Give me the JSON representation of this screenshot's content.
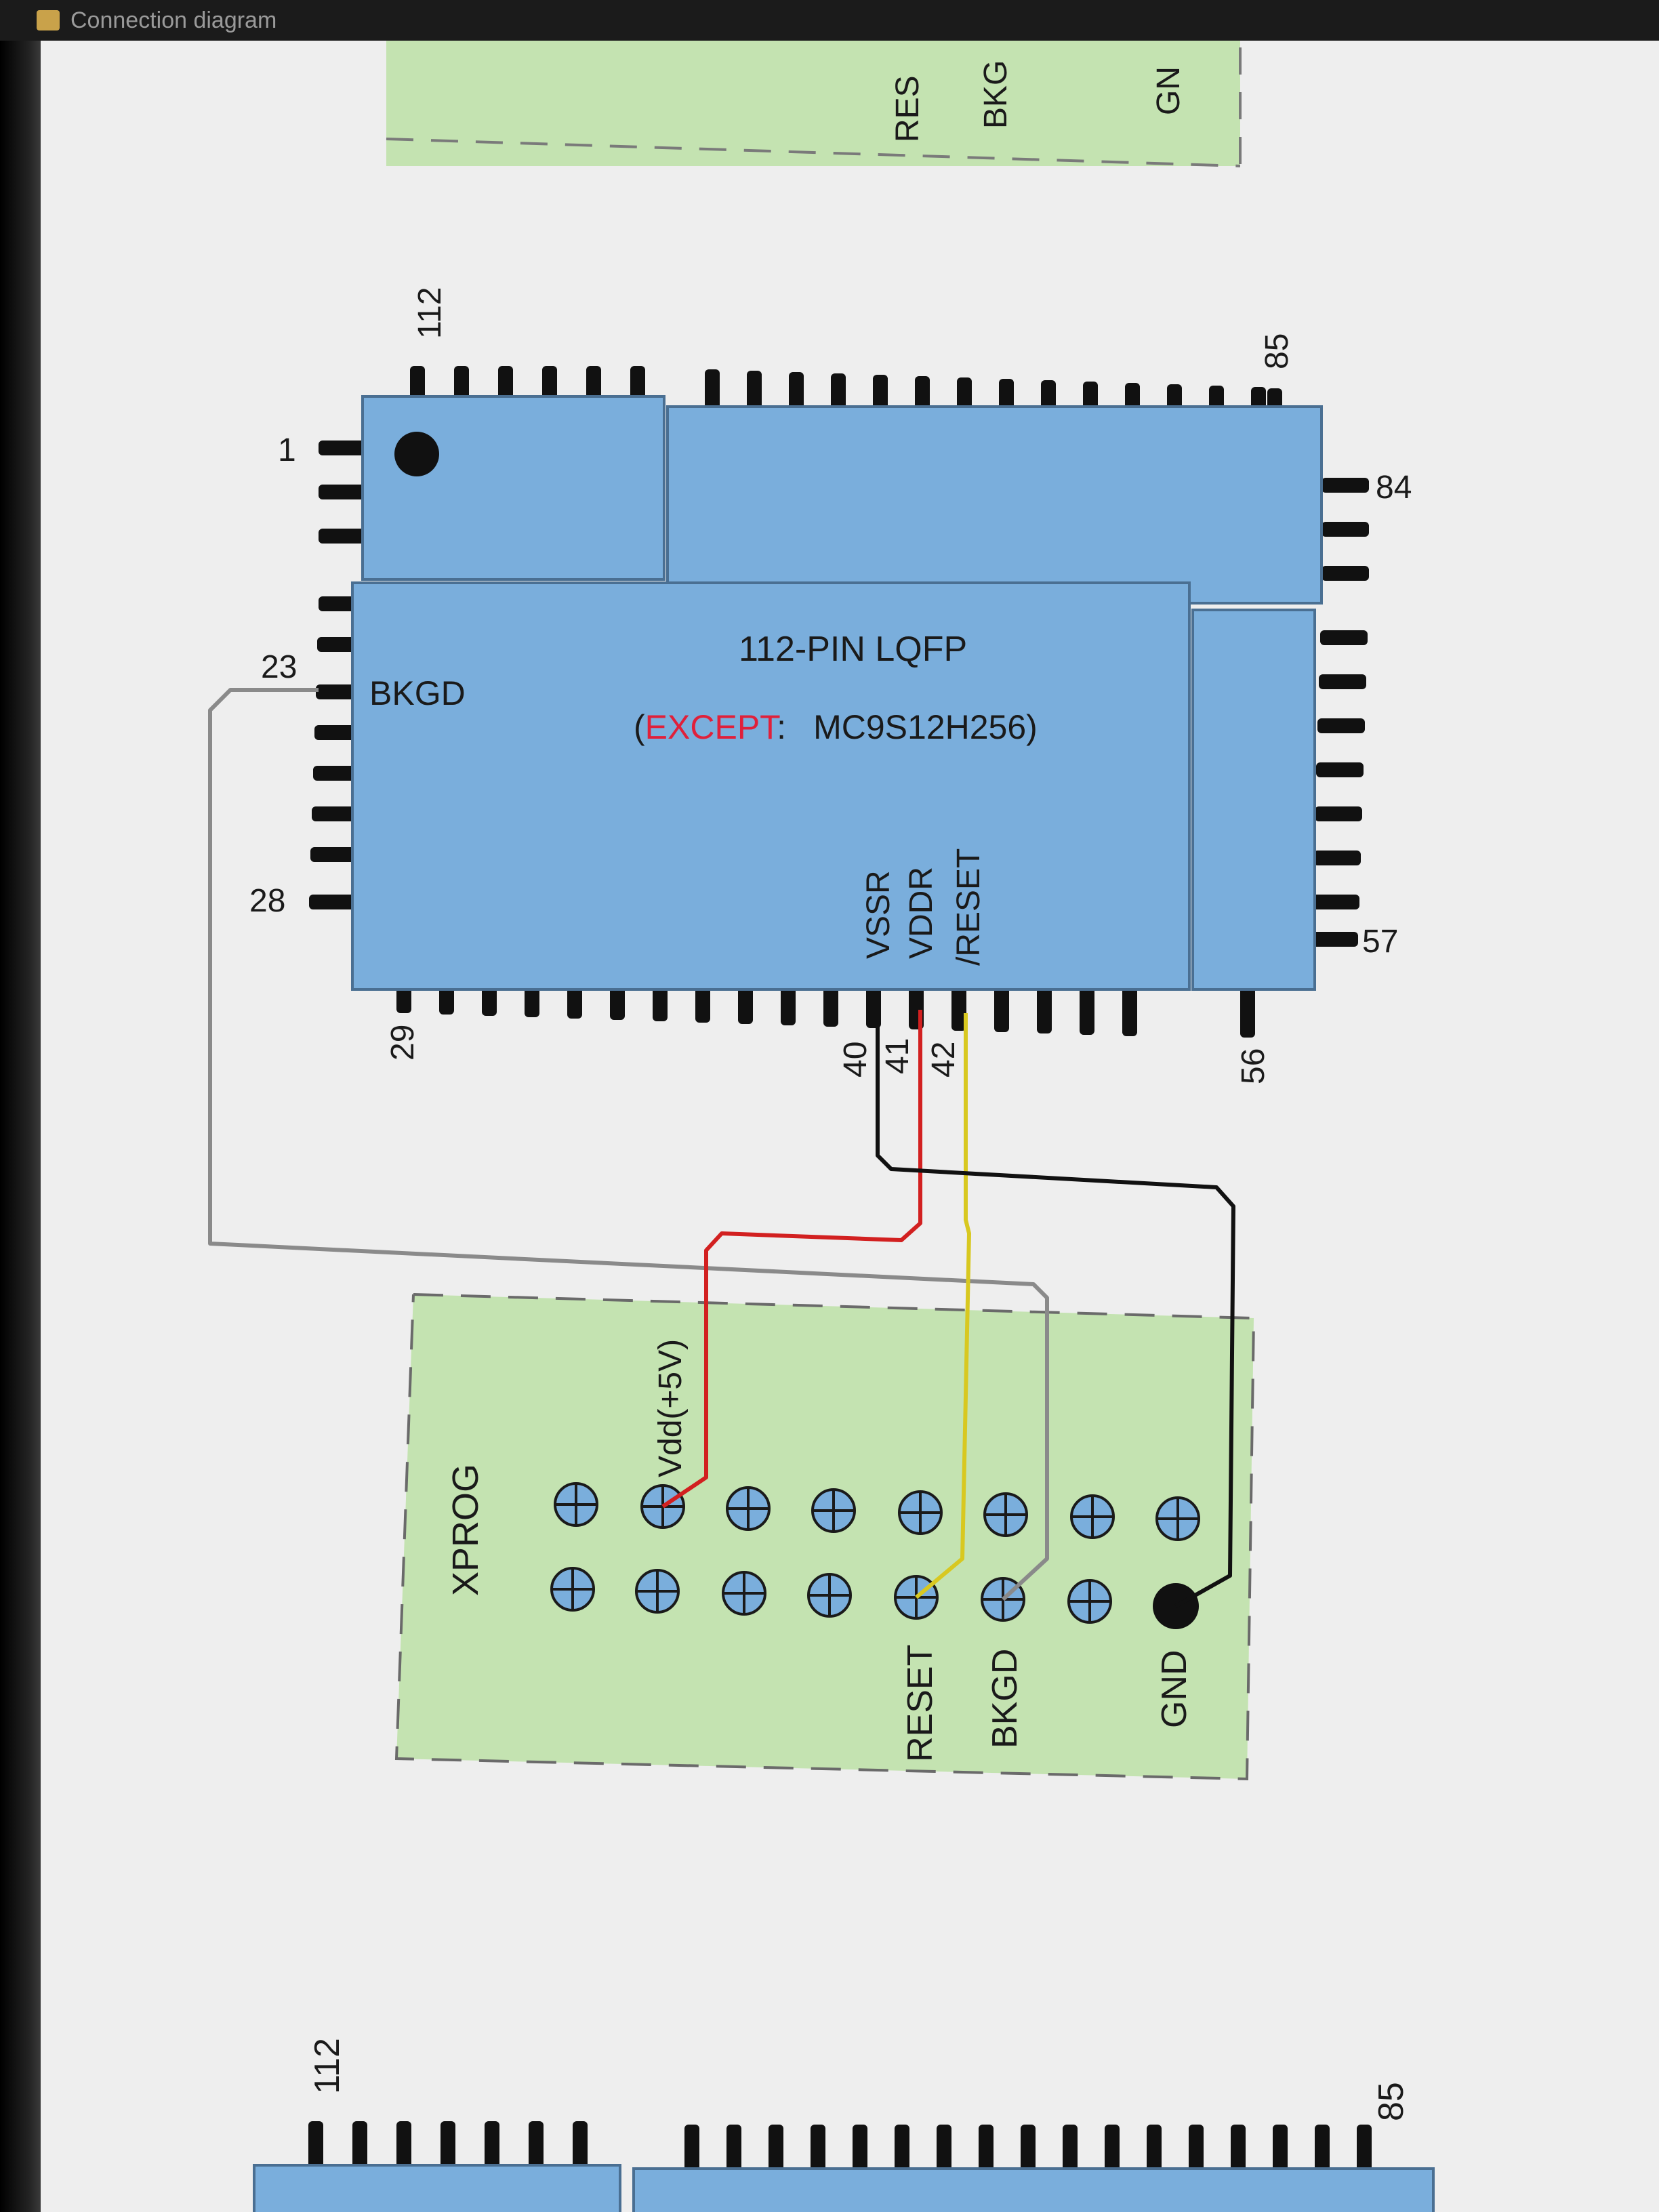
{
  "window": {
    "title": "Connection diagram"
  },
  "top_block": {
    "labels": [
      "RES",
      "BKG",
      "GN"
    ]
  },
  "chip": {
    "package": "112-PIN LQFP",
    "except_open": "(",
    "except_word": "EXCEPT",
    "except_colon": ":",
    "except_part": "MC9S12H256)",
    "pin_1": "1",
    "pin_112": "112",
    "pin_85": "85",
    "pin_84": "84",
    "pin_23": "23",
    "pin_28": "28",
    "pin_29": "29",
    "pin_40": "40",
    "pin_41": "41",
    "pin_42": "42",
    "pin_56": "56",
    "pin_57": "57",
    "bkgd_label": "BKGD",
    "vssr_label": "VSSR",
    "vddr_label": "VDDR",
    "reset_label": "/RESET"
  },
  "xprog": {
    "title": "XPROG",
    "vdd_label": "Vdd(+5V)",
    "reset_label": "RESET",
    "bkgd_label": "BKGD",
    "gnd_label": "GND"
  },
  "bottom_chip": {
    "pin_112": "112",
    "pin_85": "85"
  },
  "colors": {
    "chip_fill": "#7aaedc",
    "xprog_fill": "#c4e3b1",
    "wire_vdd": "#d22020",
    "wire_reset": "#d8c820",
    "wire_bkgd": "#8a8a8a",
    "wire_gnd": "#111111",
    "except_text": "#e0203a"
  }
}
